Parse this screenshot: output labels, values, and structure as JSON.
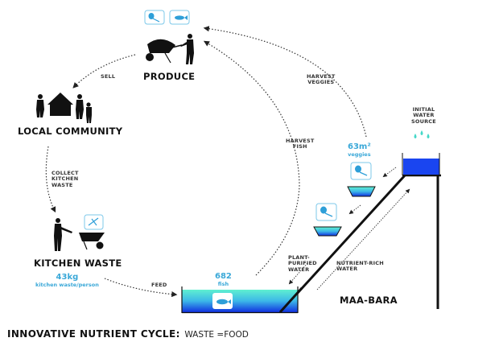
{
  "diagram": {
    "title_bold": "INNOVATIVE NUTRIENT CYCLE:",
    "title_regular": "WASTE =FOOD",
    "nodes": {
      "produce": "PRODUCE",
      "local_community": "LOCAL COMMUNITY",
      "kitchen_waste": "KITCHEN WASTE",
      "maa_bara": "MAA-BARA",
      "initial_water_source": [
        "INITIAL",
        "WATER",
        "SOURCE"
      ]
    },
    "flows": {
      "sell": "SELL",
      "collect_kitchen_waste": [
        "COLLECT",
        "KITCHEN",
        "WASTE"
      ],
      "feed": "FEED",
      "harvest_fish": [
        "HARVEST",
        "FISH"
      ],
      "harvest_veggies": [
        "HARVEST",
        "VEGGIES"
      ],
      "plant_purified_water": [
        "PLANT-",
        "PURIFIED",
        "WATER"
      ],
      "nutrient_rich_water": [
        "NUTRIENT-RICH",
        "WATER"
      ]
    },
    "stats": {
      "kitchen_waste_value": "43kg",
      "kitchen_waste_unit": "kitchen waste/person",
      "fish_value": "682",
      "fish_unit": "fish",
      "veggies_value": "63m²",
      "veggies_unit": "veggies"
    },
    "icons": [
      "veggie-icon",
      "fish-icon",
      "wheelbarrow-icon",
      "house-icon",
      "person-icon",
      "water-drops-icon",
      "compost-icon"
    ],
    "colors": {
      "accent_blue": "#3aa8d8",
      "water_top": "#5ff0d0",
      "water_bottom": "#1030e0",
      "tank_blue": "#1a45f0",
      "ink": "#111111"
    }
  }
}
